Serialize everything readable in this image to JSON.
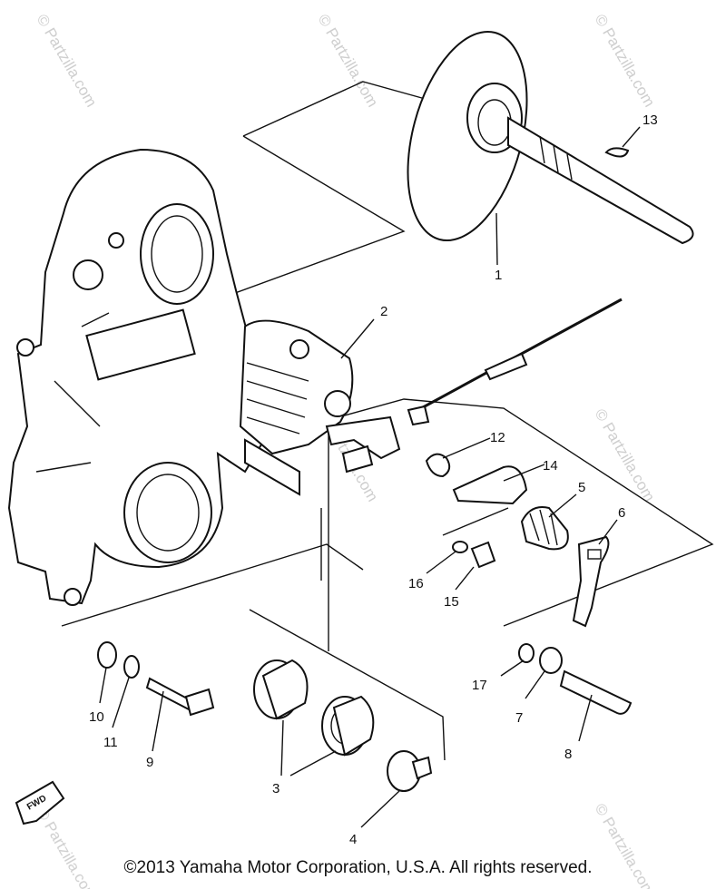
{
  "diagram": {
    "callouts": [
      "1",
      "2",
      "3",
      "4",
      "5",
      "6",
      "7",
      "8",
      "9",
      "10",
      "11",
      "12",
      "13",
      "14",
      "15",
      "16",
      "17"
    ],
    "watermark": "© Partzilla.com",
    "fwd_label": "FWD",
    "copyright": "©2013  Yamaha Motor Corporation, U.S.A. All rights reserved."
  }
}
